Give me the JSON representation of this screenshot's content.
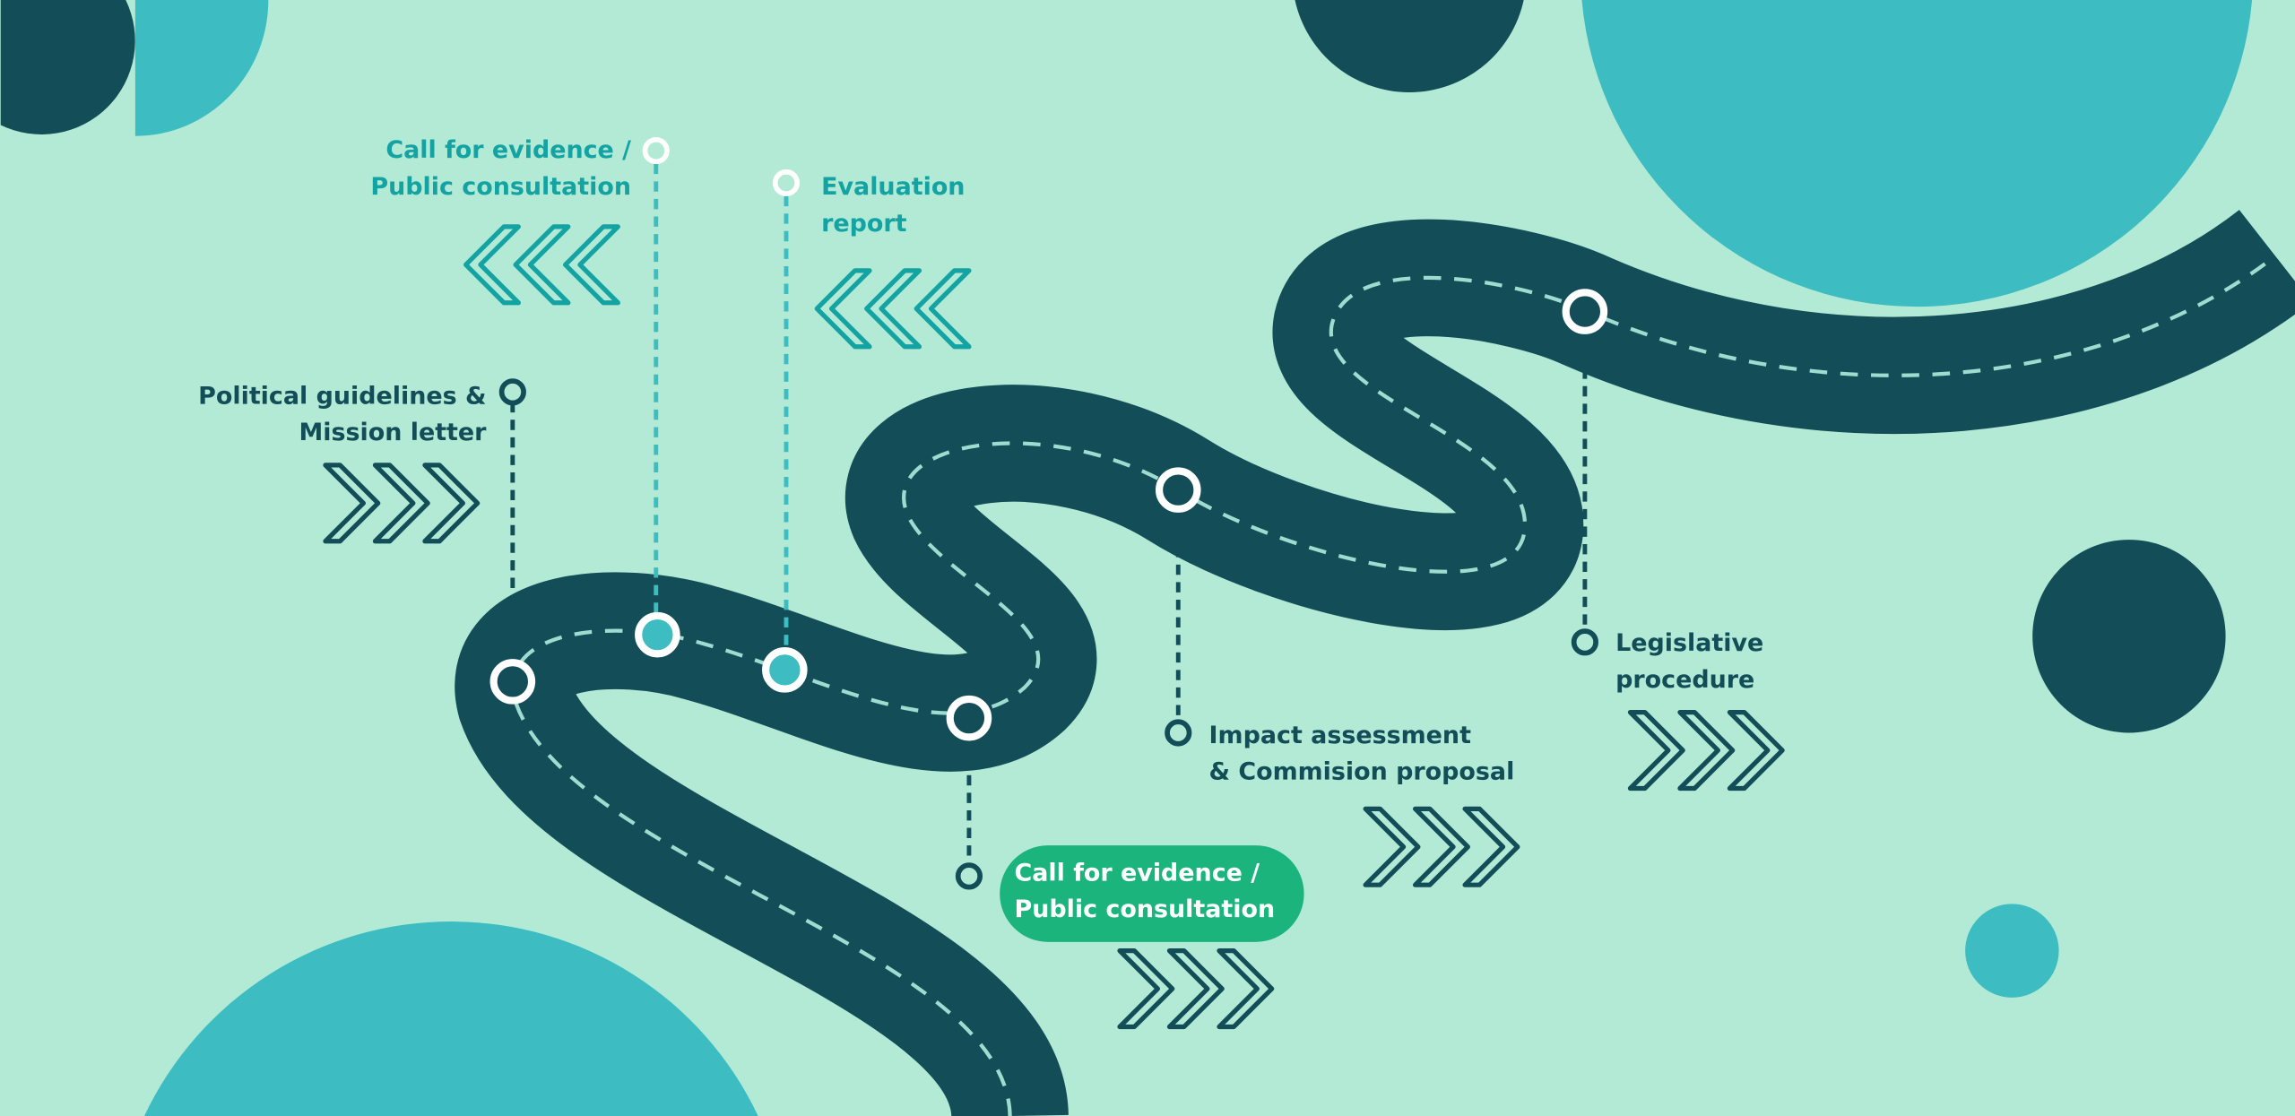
{
  "colors": {
    "background": "#b2ead6",
    "dark": "#124d58",
    "teal": "#3dbdc1",
    "teal_text": "#14a3a3",
    "highlight": "#1ab47c"
  },
  "milestones": {
    "political": {
      "line1": "Political guidelines &",
      "line2": "Mission letter"
    },
    "call_evidence_top": {
      "line1": "Call for evidence /",
      "line2": "Public consultation"
    },
    "evaluation": {
      "line1": "Evaluation",
      "line2": "report"
    },
    "call_evidence_bottom": {
      "line1": "Call for evidence /",
      "line2": "Public consultation"
    },
    "impact": {
      "line1": "Impact assessment",
      "line2": "& Commision proposal"
    },
    "legislative": {
      "line1": "Legislative",
      "line2": "procedure"
    }
  }
}
